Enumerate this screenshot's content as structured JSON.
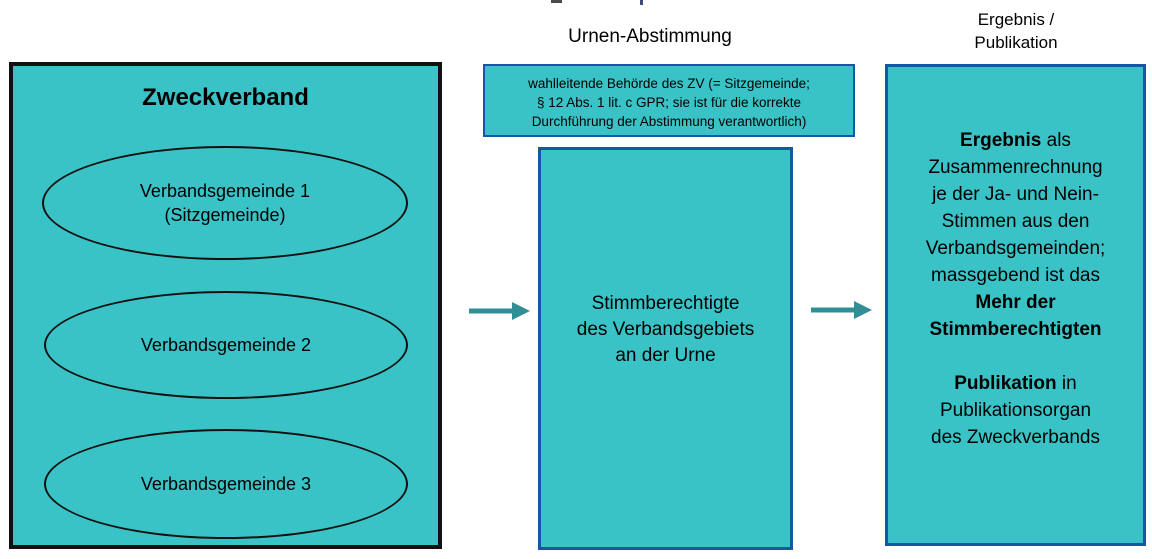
{
  "titles": {
    "urnen": "Urnen-Abstimmung",
    "ergebnis": "Ergebnis /\nPublikation"
  },
  "left_box": {
    "title": "Zweckverband",
    "ellipses": [
      {
        "label": "Verbandsgemeinde 1\n(Sitzgemeinde)"
      },
      {
        "label": "Verbandsgemeinde 2"
      },
      {
        "label": "Verbandsgemeinde 3"
      }
    ]
  },
  "urnen": {
    "note": "wahlleitende Behörde des ZV (= Sitzgemeinde;\n§ 12 Abs. 1 lit. c GPR; sie ist für die korrekte\nDurchführung der Abstimmung verantwortlich)",
    "box_text": "Stimmberechtigte\ndes Verbandsgebiets\nan der Urne"
  },
  "right_box": {
    "paragraphs": [
      {
        "segments": [
          {
            "text": "Ergebnis",
            "bold": true
          },
          {
            "text": " als\nZusammenrechnung\nje der Ja- und Nein-\nStimmen aus den\nVerbandsgemeinden;\nmassgebend ist das\n",
            "bold": false
          },
          {
            "text": "Mehr der\nStimmberechtigten",
            "bold": true
          }
        ]
      },
      {
        "segments": [
          {
            "text": "Publikation",
            "bold": true
          },
          {
            "text": " in\nPublikationsorgan\ndes Zweckverbands",
            "bold": false
          }
        ]
      }
    ]
  },
  "icons": {
    "arrow_right": "right-arrow"
  },
  "colors": {
    "box_fill": "#3ac3c6",
    "blue_border": "#1557a5",
    "black_border": "#111111",
    "arrow": "#2f8f94",
    "text": "#000000"
  }
}
